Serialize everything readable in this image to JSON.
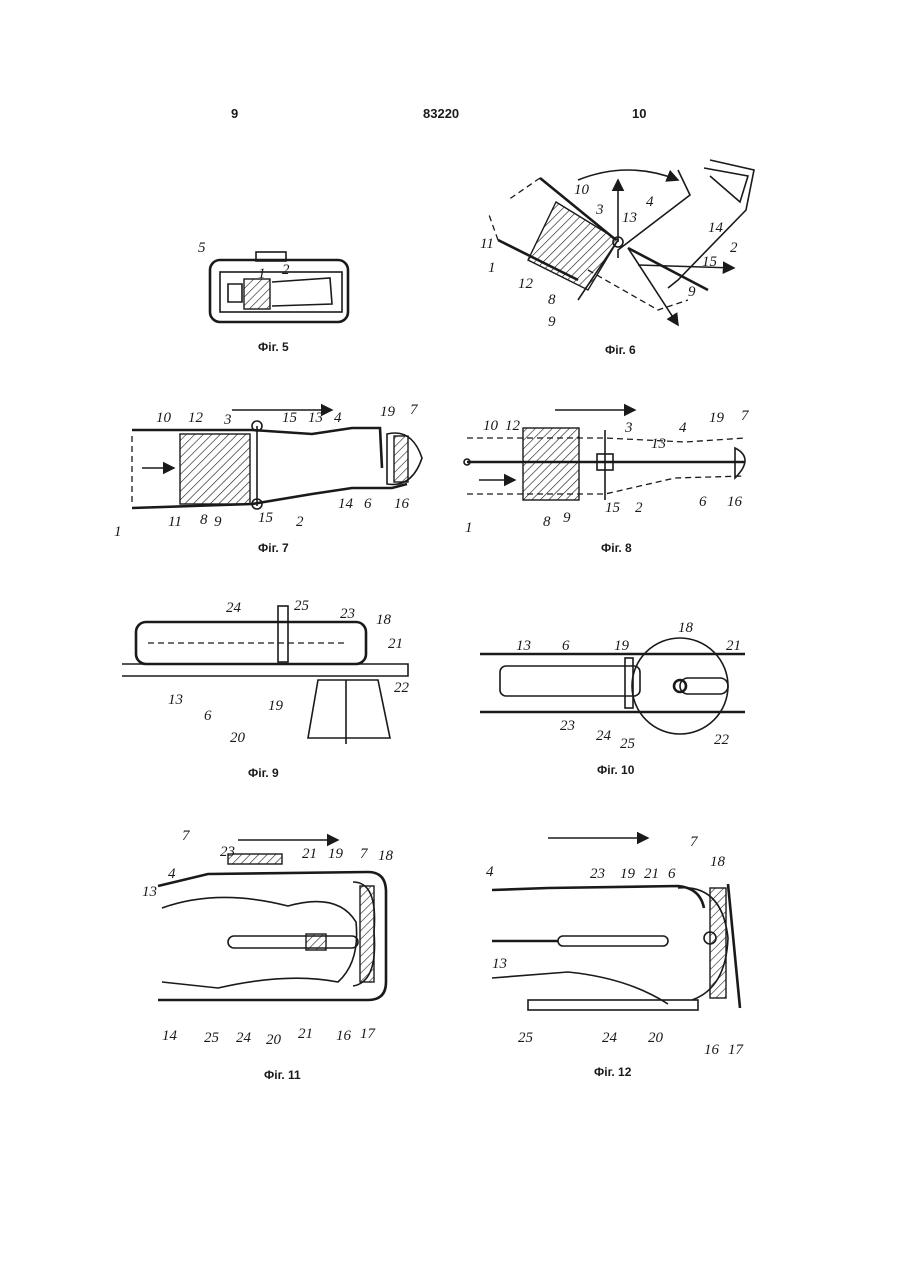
{
  "header": {
    "left_page": "9",
    "patent_number": "83220",
    "right_page": "10"
  },
  "figures": {
    "fig5": {
      "caption": "Фіг. 5",
      "labels": [
        "5",
        "1",
        "2"
      ]
    },
    "fig6": {
      "caption": "Фіг. 6",
      "labels": [
        "10",
        "11",
        "1",
        "12",
        "3",
        "4",
        "13",
        "14",
        "2",
        "15",
        "9",
        "8",
        "9"
      ]
    },
    "fig7": {
      "caption": "Фіг. 7",
      "labels": [
        "10",
        "12",
        "3",
        "15",
        "13",
        "4",
        "19",
        "7",
        "1",
        "11",
        "8",
        "9",
        "15",
        "2",
        "14",
        "6",
        "16"
      ]
    },
    "fig8": {
      "caption": "Фіг. 8",
      "labels": [
        "10",
        "12",
        "3",
        "13",
        "4",
        "19",
        "7",
        "1",
        "8",
        "9",
        "15",
        "2",
        "6",
        "16"
      ]
    },
    "fig9": {
      "caption": "Фіг. 9",
      "labels": [
        "24",
        "25",
        "23",
        "18",
        "21",
        "13",
        "6",
        "22",
        "19",
        "20"
      ]
    },
    "fig10": {
      "caption": "Фіг. 10",
      "labels": [
        "13",
        "6",
        "19",
        "18",
        "21",
        "23",
        "24",
        "25",
        "22"
      ]
    },
    "fig11": {
      "caption": "Фіг. 11",
      "labels": [
        "7",
        "23",
        "21",
        "19",
        "7",
        "18",
        "4",
        "13",
        "14",
        "25",
        "24",
        "20",
        "21",
        "16",
        "17"
      ]
    },
    "fig12": {
      "caption": "Фіг. 12",
      "labels": [
        "4",
        "23",
        "19",
        "21",
        "6",
        "7",
        "18",
        "13",
        "25",
        "24",
        "20",
        "16",
        "17"
      ]
    }
  }
}
